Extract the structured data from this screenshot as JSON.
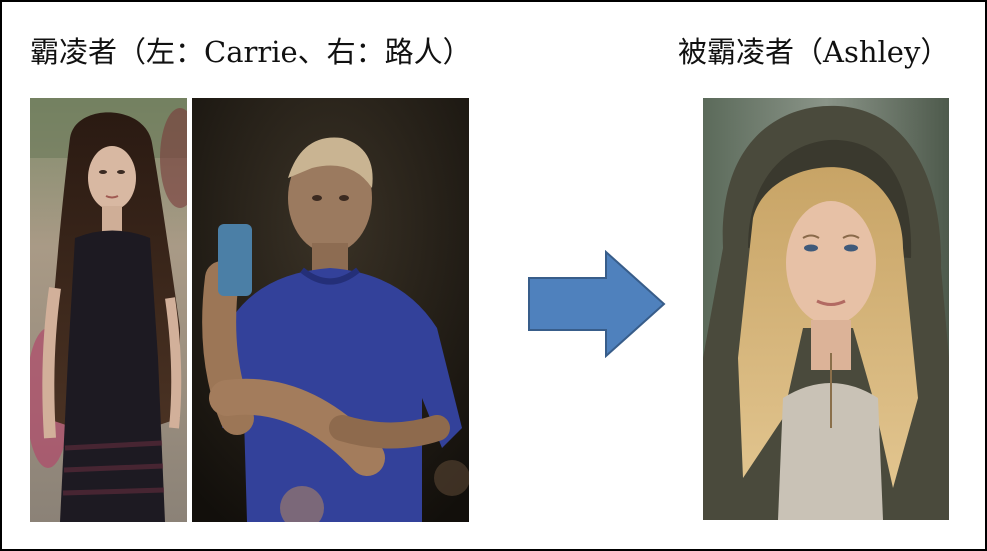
{
  "bullies_heading": "霸凌者（左：Carrie、右：路人）",
  "victim_heading": "被霸凌者（Ashley）",
  "arrow": {
    "fill": "#4f81bd",
    "stroke": "#385d8a"
  },
  "photos": [
    {
      "subject": "girl-long-dark-hair"
    },
    {
      "subject": "man-holding-phone"
    },
    {
      "subject": "girl-blonde-hoodie"
    }
  ]
}
